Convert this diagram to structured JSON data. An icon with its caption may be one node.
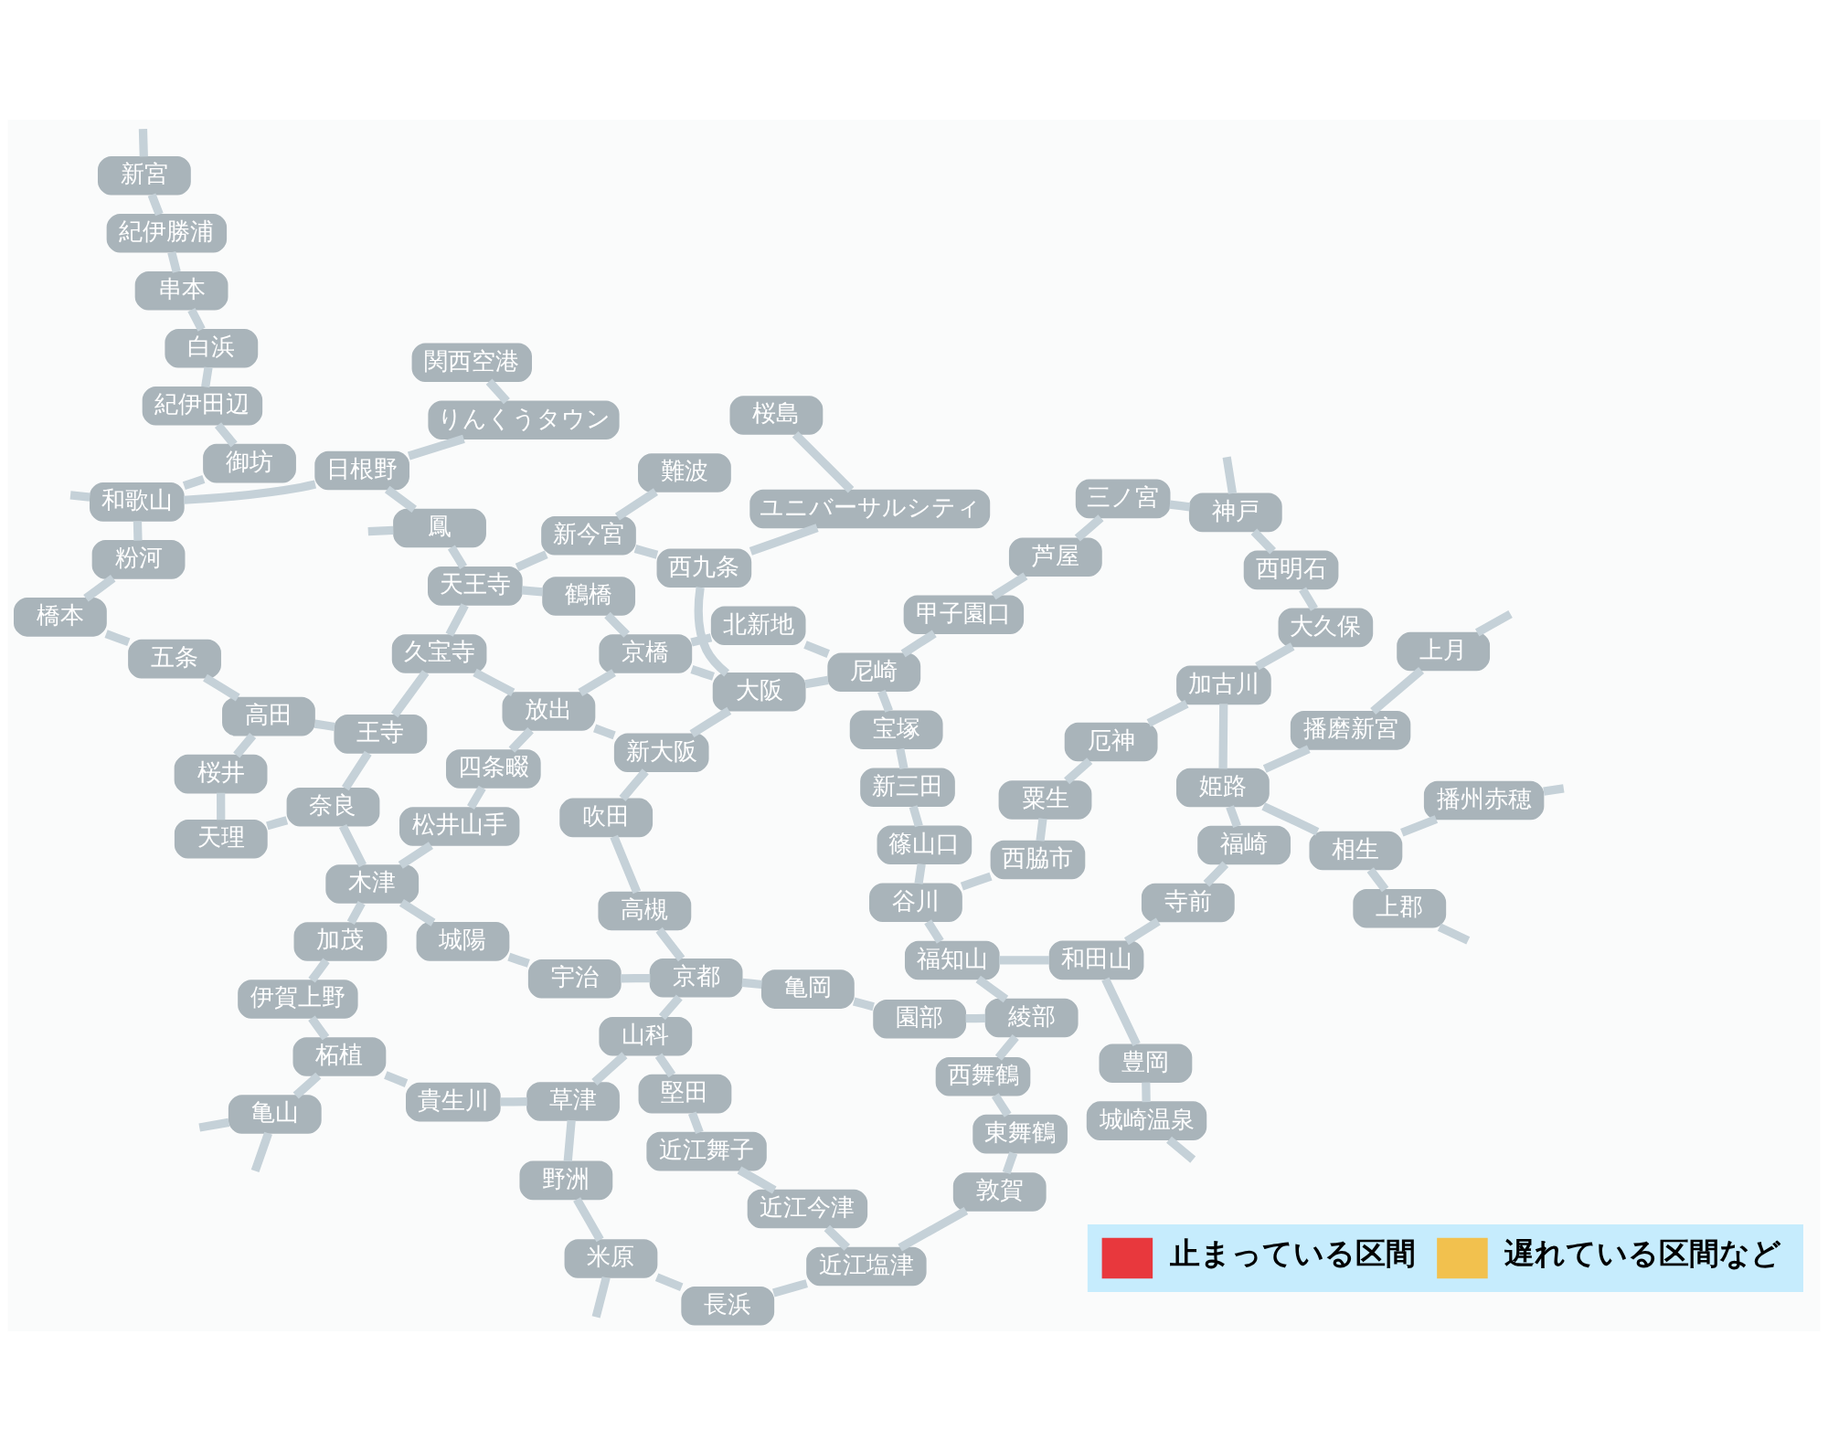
{
  "diagram": {
    "nodes": [
      {
        "text": [
          "城崎温泉"
        ]
      },
      {
        "text": [
          "豊岡"
        ]
      },
      {
        "text": [
          "和田山"
        ]
      },
      {
        "text": [
          "福知山"
        ]
      },
      {
        "text": [
          "綾部"
        ]
      },
      {
        "text": [
          "西舞鶴"
        ]
      },
      {
        "text": [
          "東舞鶴"
        ]
      },
      {
        "text": [
          "敦賀"
        ]
      },
      {
        "text": [
          "近江塩津"
        ]
      },
      {
        "text": [
          "近江今津"
        ]
      },
      {
        "text": [
          "長浜"
        ]
      },
      {
        "text": [
          "近江舞子"
        ]
      },
      {
        "text": [
          "米原"
        ]
      },
      {
        "text": [
          "谷川"
        ]
      },
      {
        "text": [
          "篠山口"
        ]
      },
      {
        "text": [
          "園部"
        ]
      },
      {
        "text": [
          "堅田"
        ]
      },
      {
        "text": [
          "亀岡"
        ]
      },
      {
        "text": [
          "野洲"
        ]
      },
      {
        "text": [
          "寺前"
        ]
      },
      {
        "text": [
          "京都"
        ]
      },
      {
        "text": [
          "山科"
        ]
      },
      {
        "text": [
          "草津"
        ]
      },
      {
        "text": [
          "上月"
        ]
      },
      {
        "text": [
          "新三田"
        ]
      },
      {
        "text": [
          "播磨新宮"
        ]
      },
      {
        "text": [
          "西脇市"
        ]
      },
      {
        "text": [
          "高槻"
        ]
      },
      {
        "text": [
          "貴生川"
        ]
      },
      {
        "text": [
          "宝塚"
        ]
      },
      {
        "text": [
          "宇治"
        ]
      },
      {
        "text": [
          "福崎"
        ]
      },
      {
        "text": [
          "柘植"
        ]
      },
      {
        "text": [
          "亀山"
        ]
      },
      {
        "text": [
          "吹田"
        ]
      },
      {
        "text": [
          "城陽"
        ]
      },
      {
        "text": [
          "上郡"
        ]
      },
      {
        "text": [
          "尼崎"
        ]
      },
      {
        "text": [
          "伊賀上野"
        ]
      },
      {
        "text": [
          "甲子園口"
        ]
      },
      {
        "text": [
          "新大阪"
        ]
      },
      {
        "text": [
          "松井山手"
        ]
      },
      {
        "text": [
          "粟生"
        ]
      },
      {
        "text": [
          "大阪"
        ]
      },
      {
        "text": [
          "四条畷"
        ]
      },
      {
        "text": [
          "相生"
        ]
      },
      {
        "text": [
          "芦屋"
        ]
      },
      {
        "text": [
          "加茂"
        ]
      },
      {
        "text": [
          "放出"
        ]
      },
      {
        "text": [
          "厄神"
        ]
      },
      {
        "text": [
          "北新地"
        ]
      },
      {
        "text": [
          "西九条"
        ]
      },
      {
        "text": [
          "京橋"
        ]
      },
      {
        "text": [
          "ユニバーサルシティ"
        ]
      },
      {
        "text": [
          "播州赤穂"
        ]
      },
      {
        "text": [
          "姫路"
        ]
      },
      {
        "text": [
          "木津"
        ]
      },
      {
        "text": [
          "三ノ宮"
        ]
      },
      {
        "text": [
          "神戸"
        ]
      },
      {
        "text": [
          "桜島"
        ]
      },
      {
        "text": [
          "奈良"
        ]
      },
      {
        "text": [
          "鶴橋"
        ]
      },
      {
        "text": [
          "加古川"
        ]
      },
      {
        "text": [
          "難波"
        ]
      },
      {
        "text": [
          "新今宮"
        ]
      },
      {
        "text": [
          "天王寺"
        ]
      },
      {
        "text": [
          "大久保"
        ]
      },
      {
        "text": [
          "西明石"
        ]
      },
      {
        "text": [
          "王寺"
        ]
      },
      {
        "text": [
          "久宝寺"
        ]
      },
      {
        "text": [
          "天理"
        ]
      },
      {
        "text": [
          "関西空港"
        ]
      },
      {
        "text": [
          "りんくうタウン"
        ]
      },
      {
        "text": [
          "日根野"
        ]
      },
      {
        "text": [
          "鳳"
        ]
      },
      {
        "text": [
          "高田"
        ]
      },
      {
        "text": [
          "桜井"
        ]
      },
      {
        "text": [
          "粉河"
        ]
      },
      {
        "text": [
          "橋本"
        ]
      },
      {
        "text": [
          "五条"
        ]
      },
      {
        "text": [
          "和歌山"
        ]
      },
      {
        "text": [
          "御坊"
        ]
      },
      {
        "text": [
          "紀伊田辺"
        ]
      },
      {
        "text": [
          "白浜"
        ]
      },
      {
        "text": [
          "串本"
        ]
      },
      {
        "text": [
          "紀伊勝浦"
        ]
      },
      {
        "text": [
          "新宮"
        ]
      }
    ],
    "edges": [
      {
        "from": null,
        "to": 0,
        "arrow": "none"
      },
      {
        "from": 0,
        "to": 1,
        "arrow": "none"
      },
      {
        "from": 1,
        "to": 2,
        "arrow": "none"
      },
      {
        "from": 2,
        "to": 3,
        "arrow": "none"
      },
      {
        "from": 3,
        "to": 4,
        "arrow": "none"
      },
      {
        "from": 4,
        "to": 5,
        "arrow": "none"
      },
      {
        "from": 5,
        "to": 6,
        "arrow": "none"
      },
      {
        "from": 6,
        "to": 7,
        "arrow": "none"
      },
      {
        "from": 7,
        "to": 8,
        "arrow": "none"
      },
      {
        "from": 8,
        "to": 9,
        "arrow": "none"
      },
      {
        "from": 9,
        "to": 11,
        "arrow": "none"
      },
      {
        "from": 11,
        "to": 16,
        "arrow": "none"
      },
      {
        "from": 16,
        "to": 21,
        "arrow": "none"
      },
      {
        "from": 8,
        "to": 10,
        "arrow": "none"
      },
      {
        "from": 10,
        "to": 12,
        "arrow": "none"
      },
      {
        "from": 12,
        "to": 18,
        "arrow": "none"
      },
      {
        "from": 18,
        "to": 22,
        "arrow": "none"
      },
      {
        "from": 22,
        "to": 21,
        "arrow": "none"
      },
      {
        "from": 21,
        "to": 20,
        "arrow": "none"
      },
      {
        "from": 20,
        "to": 27,
        "arrow": "none"
      },
      {
        "from": 27,
        "to": 34,
        "arrow": "none"
      },
      {
        "from": 34,
        "to": 40,
        "arrow": "none"
      },
      {
        "from": 40,
        "to": 43,
        "arrow": "none"
      },
      {
        "from": 43,
        "to": 37,
        "arrow": "none"
      },
      {
        "from": 4,
        "to": 15,
        "arrow": "none"
      },
      {
        "from": 15,
        "to": 17,
        "arrow": "none"
      },
      {
        "from": 17,
        "to": 20,
        "arrow": "none"
      },
      {
        "from": 2,
        "to": 19,
        "arrow": "none"
      },
      {
        "from": 19,
        "to": 31,
        "arrow": "none"
      },
      {
        "from": 31,
        "to": 55,
        "arrow": "none"
      },
      {
        "from": 3,
        "to": 13,
        "arrow": "none"
      },
      {
        "from": 13,
        "to": 14,
        "arrow": "none"
      },
      {
        "from": 14,
        "to": 24,
        "arrow": "none"
      },
      {
        "from": 24,
        "to": 29,
        "arrow": "none"
      },
      {
        "from": 29,
        "to": 37,
        "arrow": "none"
      },
      {
        "from": 13,
        "to": 26,
        "arrow": "none"
      },
      {
        "from": 26,
        "to": 42,
        "arrow": "none"
      },
      {
        "from": 42,
        "to": 49,
        "arrow": "none"
      },
      {
        "from": 49,
        "to": 62,
        "arrow": "none"
      },
      {
        "from": null,
        "to": 23,
        "arrow": "none"
      },
      {
        "from": 23,
        "to": 25,
        "arrow": "none"
      },
      {
        "from": 25,
        "to": 55,
        "arrow": "none"
      },
      {
        "from": null,
        "to": 36,
        "arrow": "none"
      },
      {
        "from": 36,
        "to": 45,
        "arrow": "none"
      },
      {
        "from": null,
        "to": 54,
        "arrow": "none"
      },
      {
        "from": 54,
        "to": 45,
        "arrow": "none"
      },
      {
        "from": 45,
        "to": 55,
        "arrow": "none"
      },
      {
        "from": 55,
        "to": 62,
        "arrow": "none"
      },
      {
        "from": 62,
        "to": 66,
        "arrow": "none"
      },
      {
        "from": 66,
        "to": 67,
        "arrow": "none"
      },
      {
        "from": 67,
        "to": 58,
        "arrow": "none"
      },
      {
        "from": 58,
        "to": 57,
        "arrow": "none"
      },
      {
        "from": 57,
        "to": 46,
        "arrow": "none"
      },
      {
        "from": 46,
        "to": 39,
        "arrow": "none"
      },
      {
        "from": 39,
        "to": 37,
        "arrow": "none"
      },
      {
        "from": 58,
        "to": null,
        "arrow": "none"
      },
      {
        "from": 37,
        "to": 50,
        "arrow": "none"
      },
      {
        "from": 50,
        "to": 52,
        "arrow": "none"
      },
      {
        "from": 52,
        "to": 48,
        "arrow": "none"
      },
      {
        "from": 48,
        "to": 44,
        "arrow": "none"
      },
      {
        "from": 44,
        "to": 41,
        "arrow": "none"
      },
      {
        "from": 41,
        "to": 56,
        "arrow": "none"
      },
      {
        "from": 43,
        "to": 51,
        "arrow": "none"
      },
      {
        "from": 51,
        "to": 64,
        "arrow": "none"
      },
      {
        "from": 64,
        "to": 65,
        "arrow": "none"
      },
      {
        "from": 65,
        "to": 61,
        "arrow": "none"
      },
      {
        "from": 61,
        "to": 52,
        "arrow": "none"
      },
      {
        "from": 52,
        "to": 43,
        "arrow": "none"
      },
      {
        "from": 51,
        "to": 53,
        "arrow": "none"
      },
      {
        "from": 53,
        "to": 59,
        "arrow": "none"
      },
      {
        "from": 63,
        "to": 64,
        "arrow": "none"
      },
      {
        "from": 65,
        "to": 69,
        "arrow": "none"
      },
      {
        "from": 69,
        "to": 68,
        "arrow": "none"
      },
      {
        "from": 68,
        "to": 60,
        "arrow": "none"
      },
      {
        "from": 40,
        "to": 48,
        "arrow": "none"
      },
      {
        "from": 48,
        "to": 69,
        "arrow": "none"
      },
      {
        "from": 20,
        "to": 30,
        "arrow": "none"
      },
      {
        "from": 30,
        "to": 35,
        "arrow": "none"
      },
      {
        "from": 35,
        "to": 56,
        "arrow": "none"
      },
      {
        "from": 56,
        "to": 60,
        "arrow": "none"
      },
      {
        "from": 22,
        "to": 28,
        "arrow": "none"
      },
      {
        "from": 28,
        "to": 32,
        "arrow": "none"
      },
      {
        "from": 32,
        "to": 33,
        "arrow": "none"
      },
      {
        "from": 33,
        "to": null,
        "arrow": "none"
      },
      {
        "from": 33,
        "to": null,
        "arrow": "none"
      },
      {
        "from": 12,
        "to": null,
        "arrow": "none"
      },
      {
        "from": 32,
        "to": 38,
        "arrow": "none"
      },
      {
        "from": 38,
        "to": 47,
        "arrow": "none"
      },
      {
        "from": 47,
        "to": 56,
        "arrow": "none"
      },
      {
        "from": 60,
        "to": 70,
        "arrow": "none"
      },
      {
        "from": 70,
        "to": 76,
        "arrow": "none"
      },
      {
        "from": 76,
        "to": 75,
        "arrow": "none"
      },
      {
        "from": 75,
        "to": 68,
        "arrow": "none"
      },
      {
        "from": 75,
        "to": 79,
        "arrow": "none"
      },
      {
        "from": 79,
        "to": 78,
        "arrow": "none"
      },
      {
        "from": 78,
        "to": 77,
        "arrow": "none"
      },
      {
        "from": 77,
        "to": 80,
        "arrow": "none"
      },
      {
        "from": 65,
        "to": 74,
        "arrow": "none"
      },
      {
        "from": 74,
        "to": 73,
        "arrow": "none"
      },
      {
        "from": 74,
        "to": null,
        "arrow": "none"
      },
      {
        "from": 73,
        "to": 72,
        "arrow": "none"
      },
      {
        "from": 72,
        "to": 71,
        "arrow": "none"
      },
      {
        "from": 73,
        "to": 80,
        "arrow": "none"
      },
      {
        "from": null,
        "to": 80,
        "arrow": "none"
      },
      {
        "from": 80,
        "to": 81,
        "arrow": "none"
      },
      {
        "from": 81,
        "to": 82,
        "arrow": "none"
      },
      {
        "from": 82,
        "to": 83,
        "arrow": "none"
      },
      {
        "from": 83,
        "to": 84,
        "arrow": "none"
      },
      {
        "from": 84,
        "to": 85,
        "arrow": "none"
      },
      {
        "from": 85,
        "to": 86,
        "arrow": "none"
      },
      {
        "from": 86,
        "to": null,
        "arrow": "none"
      }
    ],
    "legend": [
      {
        "text": "止まっている区間",
        "color": "#e8383d"
      },
      {
        "text": "遅れている区間など",
        "color": "#f2c14e"
      }
    ]
  }
}
